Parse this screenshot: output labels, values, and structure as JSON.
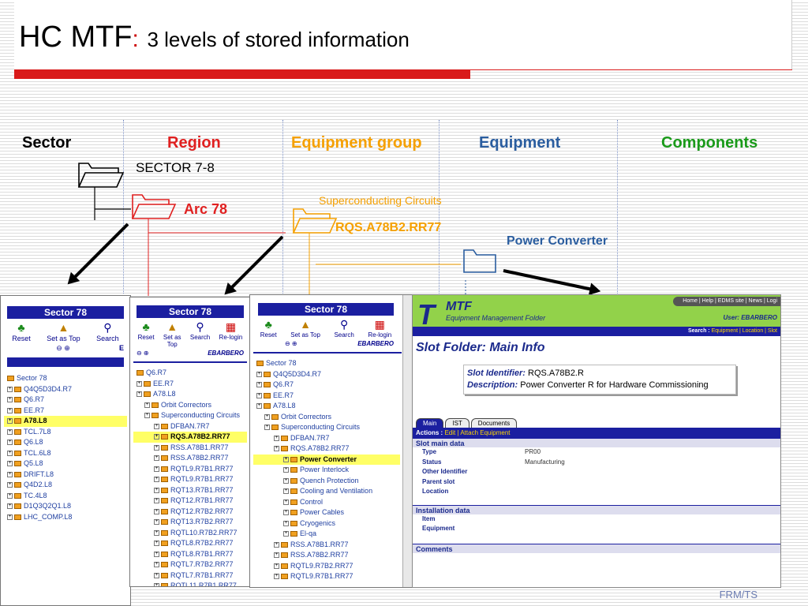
{
  "slide": {
    "title_main": "HC MTF",
    "title_colon": ":",
    "title_sub": "3 levels of stored information",
    "footer": "FRM/TS"
  },
  "columns": {
    "sector": "Sector",
    "region": "Region",
    "equipment_group": "Equipment group",
    "equipment": "Equipment",
    "components": "Components"
  },
  "tree_labels": {
    "sector": "SECTOR 7-8",
    "arc": "Arc 78",
    "group": "Superconducting Circuits",
    "circuit": "RQS.A78B2.RR77",
    "equipment": "Power Converter"
  },
  "colors": {
    "region": "#e02020",
    "group": "#f5a000",
    "equipment": "#2a5d9f",
    "components": "#1a9a1a"
  },
  "panels": {
    "toolbar": {
      "reset": "Reset",
      "set_top": "Set as Top",
      "set_top_a": "Set as",
      "set_top_b": "Top",
      "search": "Search",
      "relogin": "Re-login"
    },
    "user_short": "EBARBERO",
    "user_short2": "EBARBERO",
    "p1": {
      "header": "Sector 78",
      "user_mark": "E",
      "rows": [
        "Sector 78",
        "Q4Q5D3D4.R7",
        "Q6.R7",
        "EE.R7",
        "A78.L8",
        "TCL.7L8",
        "Q6.L8",
        "TCL.6L8",
        "Q5.L8",
        "DRIFT.L8",
        "Q4D2.L8",
        "TC.4L8",
        "D1Q3Q2Q1.L8",
        "LHC_COMP.L8"
      ]
    },
    "p2": {
      "header": "Sector 78",
      "rows": [
        "Q6.R7",
        "EE.R7",
        "A78.L8",
        "Orbit Correctors",
        "Superconducting Circuits",
        "DFBAN.7R7",
        "RQS.A78B2.RR77",
        "RSS.A78B1.RR77",
        "RSS.A78B2.RR77",
        "RQTL9.R7B1.RR77",
        "RQTL9.R7B1.RR77",
        "RQT13.R7B1.RR77",
        "RQT12.R7B1.RR77",
        "RQT12.R7B2.RR77",
        "RQT13.R7B2.RR77",
        "RQTL10.R7B2.RR77",
        "RQTL8.R7B2.RR77",
        "RQTL8.R7B1.RR77",
        "RQTL7.R7B2.RR77",
        "RQTL7.R7B1.RR77",
        "RQTL11.R7B1.RR77"
      ]
    },
    "p3": {
      "header": "Sector 78",
      "rows": [
        "Sector 78",
        "Q4Q5D3D4.R7",
        "Q6.R7",
        "EE.R7",
        "A78.L8",
        "Orbit Correctors",
        "Superconducting Circuits",
        "DFBAN.7R7",
        "RQS.A78B2.RR77",
        "Power Converter",
        "Power Interlock",
        "Quench Protection",
        "Cooling and Ventilation",
        "Control",
        "Power Cables",
        "Cryogenics",
        "El-qa",
        "RSS.A78B1.RR77",
        "RSS.A78B2.RR77",
        "RQTL9.R7B2.RR77",
        "RQTL9.R7B1.RR77"
      ]
    }
  },
  "mtf": {
    "logo": "T",
    "name": "MTF",
    "fullname": "Equipment Management Folder",
    "nav": "Home | Help | EDMS site | News | Logi",
    "user": "User: EBARBERO",
    "search_label": "Search :",
    "search_links": "Equipment | Location | Slot",
    "folder_title": "Slot Folder: Main Info",
    "slot_identifier_label": "Slot Identifier:",
    "slot_identifier": "RQS.A78B2.R",
    "description_label": "Description:",
    "description": "Power Converter R for Hardware Commissioning",
    "tabs": [
      "Main",
      "IST",
      "Documents"
    ],
    "actions_label": "Actions :",
    "actions": "Edit | Attach Equipment",
    "sections": {
      "slot_main": "Slot main data",
      "installation": "Installation data",
      "comments": "Comments"
    },
    "fields": {
      "type_k": "Type",
      "type_v": "PR00",
      "status_k": "Status",
      "status_v": "Manufacturing",
      "other_k": "Other Identifier",
      "parent_k": "Parent slot",
      "location_k": "Location",
      "item_k": "Item",
      "equipment_k": "Equipment"
    }
  }
}
